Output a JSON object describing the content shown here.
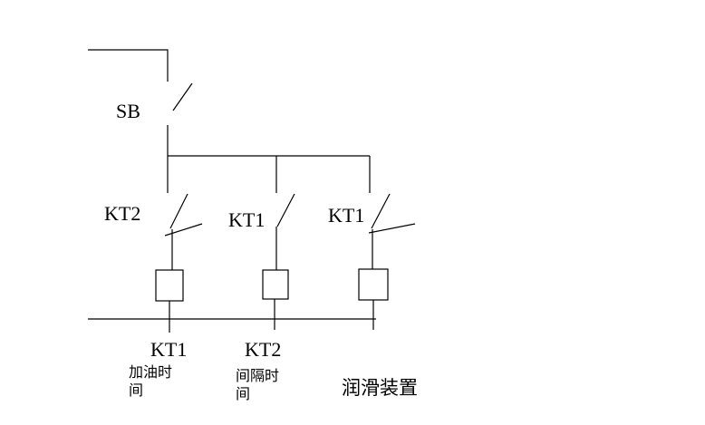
{
  "page": {
    "background": "#ffffff"
  },
  "diagram": {
    "line_color": "#000000",
    "labels": {
      "sb": "SB",
      "contact_kt2": "KT2",
      "contact_kt1_mid": "KT1",
      "contact_kt1_right": "KT1",
      "coil_kt1": "KT1",
      "coil_kt2": "KT2",
      "note_oil_time": "加油时\n间",
      "note_interval_time": "间隔时\n间",
      "note_device": "润滑装置"
    }
  }
}
